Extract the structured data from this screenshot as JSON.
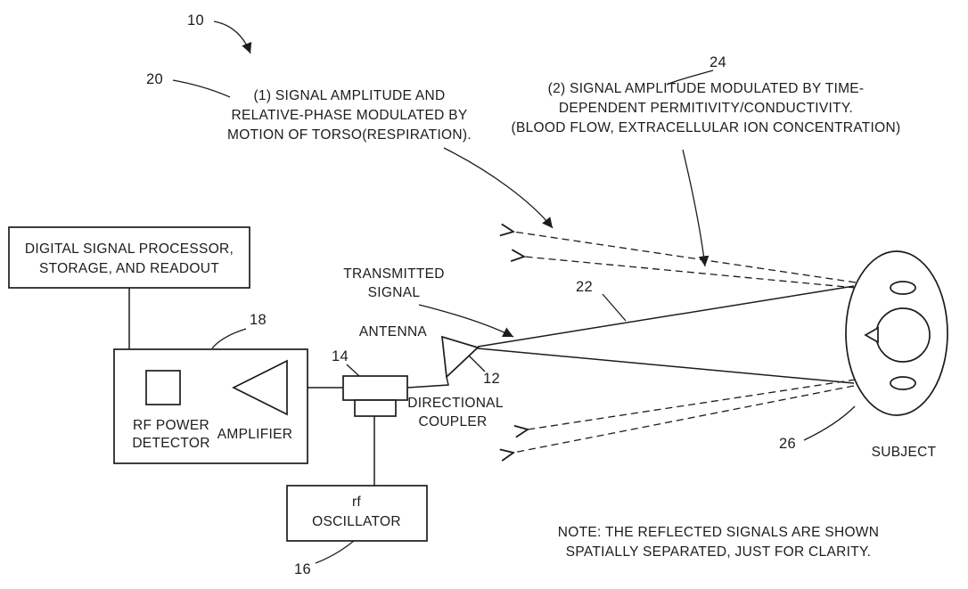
{
  "colors": {
    "ink": "#1c1c1c",
    "paper": "#ffffff"
  },
  "refs": {
    "r10": "10",
    "r12": "12",
    "r14": "14",
    "r16": "16",
    "r18": "18",
    "r20": "20",
    "r22": "22",
    "r24": "24",
    "r26": "26"
  },
  "annotations": {
    "modulation1": {
      "line1": "(1) SIGNAL AMPLITUDE AND",
      "line2": "RELATIVE-PHASE MODULATED BY",
      "line3": "MOTION OF TORSO(RESPIRATION)."
    },
    "modulation2": {
      "line1": "(2) SIGNAL AMPLITUDE MODULATED BY TIME-",
      "line2": "DEPENDENT PERMITIVITY/CONDUCTIVITY.",
      "line3": "(BLOOD FLOW, EXTRACELLULAR ION CONCENTRATION)"
    },
    "note": {
      "line1": "NOTE: THE REFLECTED SIGNALS ARE SHOWN",
      "line2": "SPATIALLY SEPARATED, JUST FOR CLARITY."
    }
  },
  "components": {
    "dsp": {
      "line1": "DIGITAL SIGNAL PROCESSOR,",
      "line2": "STORAGE, AND READOUT"
    },
    "rf_power_detector": {
      "line1": "RF POWER",
      "line2": "DETECTOR"
    },
    "amplifier": {
      "label": "AMPLIFIER"
    },
    "directional_coupler": {
      "line1": "DIRECTIONAL",
      "line2": "COUPLER"
    },
    "oscillator": {
      "line1": "rf",
      "line2": "OSCILLATOR"
    },
    "antenna": {
      "label": "ANTENNA"
    },
    "transmitted_signal": {
      "line1": "TRANSMITTED",
      "line2": "SIGNAL"
    },
    "subject": {
      "label": "SUBJECT"
    }
  }
}
